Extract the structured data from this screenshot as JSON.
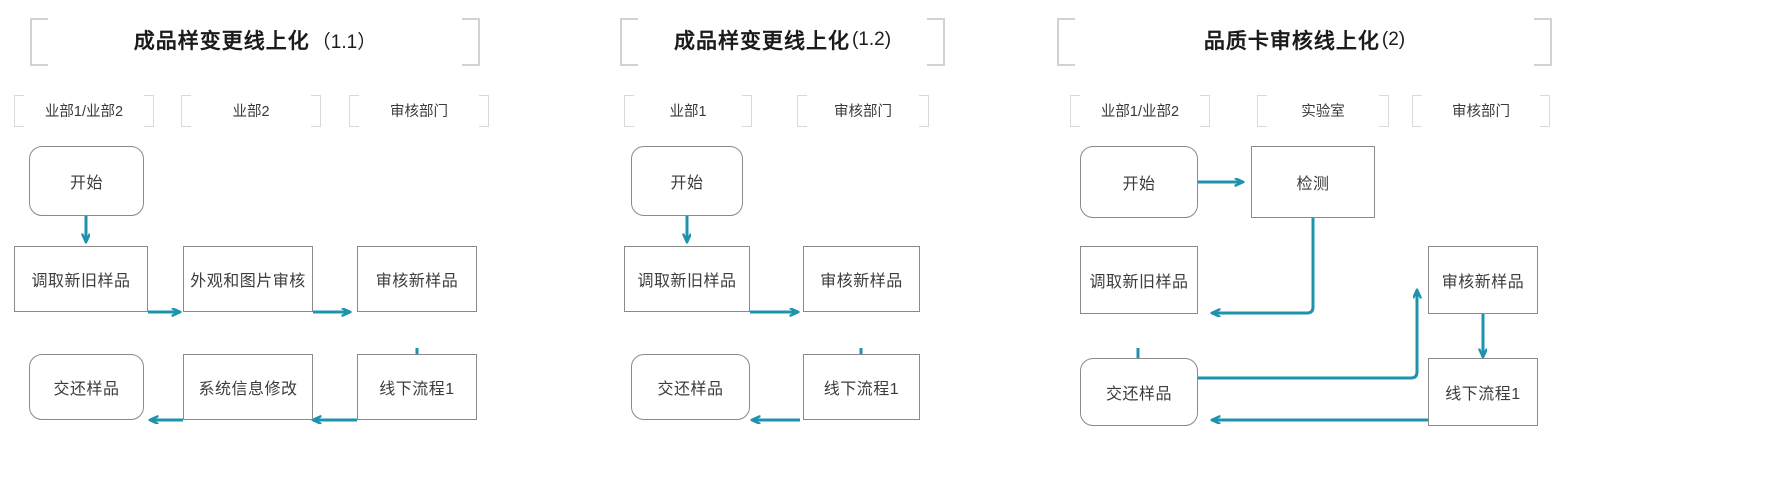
{
  "theme": {
    "arrow_color": "#1e93ad",
    "node_border": "#8a8a8a",
    "node_text": "#3c3c3c",
    "bracket_color": "#d2d2d2",
    "background": "#ffffff"
  },
  "panels": [
    {
      "id": "panel-1",
      "title_main": "成品样变更线上化",
      "title_num": "（1.1）",
      "lanes": [
        {
          "label": "业部1/业部2"
        },
        {
          "label": "业部2"
        },
        {
          "label": "审核部门"
        }
      ],
      "nodes": [
        {
          "id": "p1-start",
          "label": "开始",
          "shape": "round"
        },
        {
          "id": "p1-fetch",
          "label": "调取新旧样品",
          "shape": "rect"
        },
        {
          "id": "p1-appear",
          "label": "外观和图片审核",
          "shape": "rect"
        },
        {
          "id": "p1-review",
          "label": "审核新样品",
          "shape": "rect"
        },
        {
          "id": "p1-offline",
          "label": "线下流程1",
          "shape": "rect"
        },
        {
          "id": "p1-sysmod",
          "label": "系统信息修改",
          "shape": "rect"
        },
        {
          "id": "p1-return",
          "label": "交还样品",
          "shape": "round"
        }
      ],
      "edges": [
        {
          "from": "p1-start",
          "to": "p1-fetch"
        },
        {
          "from": "p1-fetch",
          "to": "p1-appear"
        },
        {
          "from": "p1-appear",
          "to": "p1-review"
        },
        {
          "from": "p1-review",
          "to": "p1-offline"
        },
        {
          "from": "p1-offline",
          "to": "p1-sysmod"
        },
        {
          "from": "p1-sysmod",
          "to": "p1-return"
        }
      ]
    },
    {
      "id": "panel-2",
      "title_main": "成品样变更线上化",
      "title_num": "(1.2)",
      "lanes": [
        {
          "label": "业部1"
        },
        {
          "label": "审核部门"
        }
      ],
      "nodes": [
        {
          "id": "p2-start",
          "label": "开始",
          "shape": "round"
        },
        {
          "id": "p2-fetch",
          "label": "调取新旧样品",
          "shape": "rect"
        },
        {
          "id": "p2-review",
          "label": "审核新样品",
          "shape": "rect"
        },
        {
          "id": "p2-offline",
          "label": "线下流程1",
          "shape": "rect"
        },
        {
          "id": "p2-return",
          "label": "交还样品",
          "shape": "round"
        }
      ],
      "edges": [
        {
          "from": "p2-start",
          "to": "p2-fetch"
        },
        {
          "from": "p2-fetch",
          "to": "p2-review"
        },
        {
          "from": "p2-review",
          "to": "p2-offline"
        },
        {
          "from": "p2-offline",
          "to": "p2-return"
        }
      ]
    },
    {
      "id": "panel-3",
      "title_main": "品质卡审核线上化",
      "title_num": "(2)",
      "lanes": [
        {
          "label": "业部1/业部2"
        },
        {
          "label": "实验室"
        },
        {
          "label": "审核部门"
        }
      ],
      "nodes": [
        {
          "id": "p3-start",
          "label": "开始",
          "shape": "round"
        },
        {
          "id": "p3-test",
          "label": "检测",
          "shape": "rect"
        },
        {
          "id": "p3-fetch",
          "label": "调取新旧样品",
          "shape": "rect"
        },
        {
          "id": "p3-review",
          "label": "审核新样品",
          "shape": "rect"
        },
        {
          "id": "p3-offline",
          "label": "线下流程1",
          "shape": "rect"
        },
        {
          "id": "p3-return",
          "label": "交还样品",
          "shape": "round"
        }
      ],
      "edges": [
        {
          "from": "p3-start",
          "to": "p3-test"
        },
        {
          "from": "p3-test",
          "to": "p3-fetch"
        },
        {
          "from": "p3-fetch",
          "to": "p3-review"
        },
        {
          "from": "p3-review",
          "to": "p3-offline"
        },
        {
          "from": "p3-offline",
          "to": "p3-return"
        }
      ]
    }
  ]
}
